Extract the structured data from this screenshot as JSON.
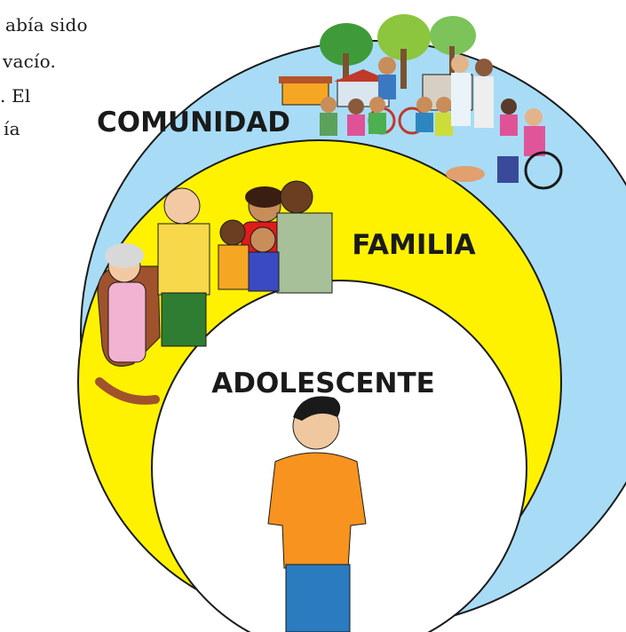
{
  "text_fragments": [
    "abía  sido",
    "vacío.",
    ". El",
    "ía"
  ],
  "labels": {
    "outer": "COMUNIDAD",
    "middle": "FAMILIA",
    "inner": "ADOLESCENTE"
  },
  "colors": {
    "outer_fill": "#a8dcf6",
    "middle_fill": "#fff200",
    "inner_fill": "#ffffff",
    "outline": "#1a1a1a",
    "label": "#1a1a1a"
  }
}
